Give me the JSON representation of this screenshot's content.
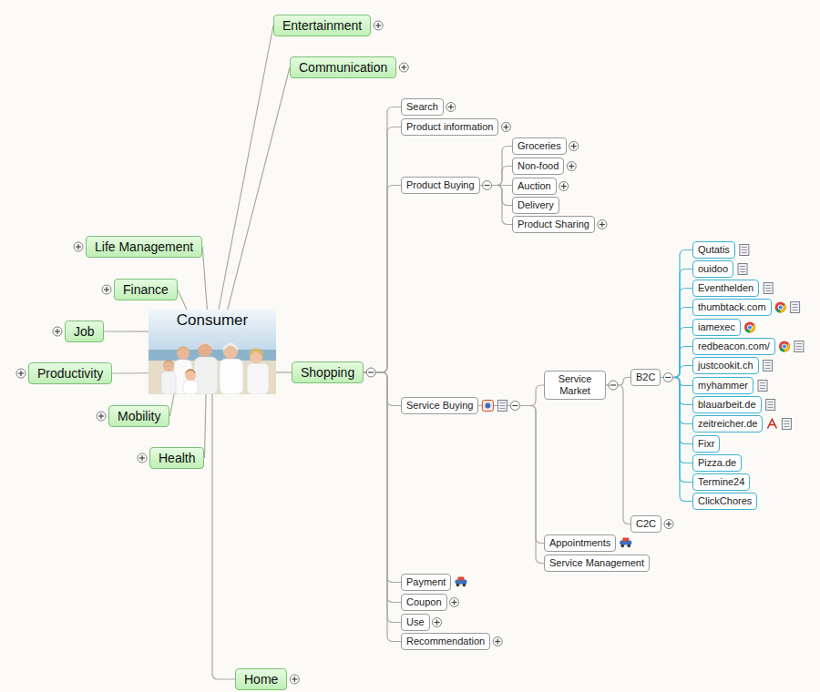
{
  "diagram": {
    "nodes": [
      {
        "text": [
          "Consumer"
        ]
      },
      {
        "text": [
          "Entertainment"
        ]
      },
      {
        "text": [
          "Communication"
        ]
      },
      {
        "text": [
          "Life Management"
        ]
      },
      {
        "text": [
          "Finance"
        ]
      },
      {
        "text": [
          "Job"
        ]
      },
      {
        "text": [
          "Productivity"
        ]
      },
      {
        "text": [
          "Mobility"
        ]
      },
      {
        "text": [
          "Health"
        ]
      },
      {
        "text": [
          "Home"
        ]
      },
      {
        "text": [
          "Shopping"
        ]
      },
      {
        "text": [
          "Search"
        ]
      },
      {
        "text": [
          "Product information"
        ]
      },
      {
        "text": [
          "Product Buying"
        ]
      },
      {
        "text": [
          "Groceries"
        ]
      },
      {
        "text": [
          "Non-food"
        ]
      },
      {
        "text": [
          "Auction"
        ]
      },
      {
        "text": [
          "Delivery"
        ]
      },
      {
        "text": [
          "Product Sharing"
        ]
      },
      {
        "text": [
          "Service Buying"
        ]
      },
      {
        "text": [
          "Service Market"
        ]
      },
      {
        "text": [
          "B2C"
        ]
      },
      {
        "text": [
          "Qutatis"
        ]
      },
      {
        "text": [
          "ouidoo"
        ]
      },
      {
        "text": [
          "Eventhelden"
        ]
      },
      {
        "text": [
          "thumbtack.com"
        ]
      },
      {
        "text": [
          "iamexec"
        ]
      },
      {
        "text": [
          "redbeacon.com/"
        ]
      },
      {
        "text": [
          "justcookit.ch"
        ]
      },
      {
        "text": [
          "myhammer"
        ]
      },
      {
        "text": [
          "blauarbeit.de"
        ]
      },
      {
        "text": [
          "zeitreicher.de"
        ]
      },
      {
        "text": [
          "Fixr"
        ]
      },
      {
        "text": [
          "Pizza.de"
        ]
      },
      {
        "text": [
          "Termine24"
        ]
      },
      {
        "text": [
          "ClickChores"
        ]
      },
      {
        "text": [
          "C2C"
        ]
      },
      {
        "text": [
          "Appointments"
        ]
      },
      {
        "text": [
          "Service Management"
        ]
      },
      {
        "text": [
          "Payment"
        ]
      },
      {
        "text": [
          "Coupon"
        ]
      },
      {
        "text": [
          "Use"
        ]
      },
      {
        "text": [
          "Recommendation"
        ]
      }
    ],
    "edges": [
      {
        "from": 0,
        "to": 1,
        "arrow": "none"
      },
      {
        "from": 0,
        "to": 2,
        "arrow": "none"
      },
      {
        "from": 0,
        "to": 3,
        "arrow": "none"
      },
      {
        "from": 0,
        "to": 4,
        "arrow": "none"
      },
      {
        "from": 0,
        "to": 5,
        "arrow": "none"
      },
      {
        "from": 0,
        "to": 6,
        "arrow": "none"
      },
      {
        "from": 0,
        "to": 7,
        "arrow": "none"
      },
      {
        "from": 0,
        "to": 8,
        "arrow": "none"
      },
      {
        "from": 0,
        "to": 9,
        "arrow": "none"
      },
      {
        "from": 0,
        "to": 10,
        "arrow": "none"
      },
      {
        "from": 10,
        "to": 11,
        "arrow": "none"
      },
      {
        "from": 10,
        "to": 12,
        "arrow": "none"
      },
      {
        "from": 10,
        "to": 13,
        "arrow": "none"
      },
      {
        "from": 10,
        "to": 19,
        "arrow": "none"
      },
      {
        "from": 10,
        "to": 39,
        "arrow": "none"
      },
      {
        "from": 10,
        "to": 40,
        "arrow": "none"
      },
      {
        "from": 10,
        "to": 41,
        "arrow": "none"
      },
      {
        "from": 10,
        "to": 42,
        "arrow": "none"
      },
      {
        "from": 13,
        "to": 14,
        "arrow": "none"
      },
      {
        "from": 13,
        "to": 15,
        "arrow": "none"
      },
      {
        "from": 13,
        "to": 16,
        "arrow": "none"
      },
      {
        "from": 13,
        "to": 17,
        "arrow": "none"
      },
      {
        "from": 13,
        "to": 18,
        "arrow": "none"
      },
      {
        "from": 19,
        "to": 20,
        "arrow": "none"
      },
      {
        "from": 19,
        "to": 37,
        "arrow": "none"
      },
      {
        "from": 19,
        "to": 38,
        "arrow": "none"
      },
      {
        "from": 20,
        "to": 21,
        "arrow": "none"
      },
      {
        "from": 20,
        "to": 36,
        "arrow": "none"
      },
      {
        "from": 21,
        "to": 22,
        "arrow": "none"
      },
      {
        "from": 21,
        "to": 23,
        "arrow": "none"
      },
      {
        "from": 21,
        "to": 24,
        "arrow": "none"
      },
      {
        "from": 21,
        "to": 25,
        "arrow": "none"
      },
      {
        "from": 21,
        "to": 26,
        "arrow": "none"
      },
      {
        "from": 21,
        "to": 27,
        "arrow": "none"
      },
      {
        "from": 21,
        "to": 28,
        "arrow": "none"
      },
      {
        "from": 21,
        "to": 29,
        "arrow": "none"
      },
      {
        "from": 21,
        "to": 30,
        "arrow": "none"
      },
      {
        "from": 21,
        "to": 31,
        "arrow": "none"
      },
      {
        "from": 21,
        "to": 32,
        "arrow": "none"
      },
      {
        "from": 21,
        "to": 33,
        "arrow": "none"
      },
      {
        "from": 21,
        "to": 34,
        "arrow": "none"
      },
      {
        "from": 21,
        "to": 35,
        "arrow": "none"
      }
    ]
  }
}
